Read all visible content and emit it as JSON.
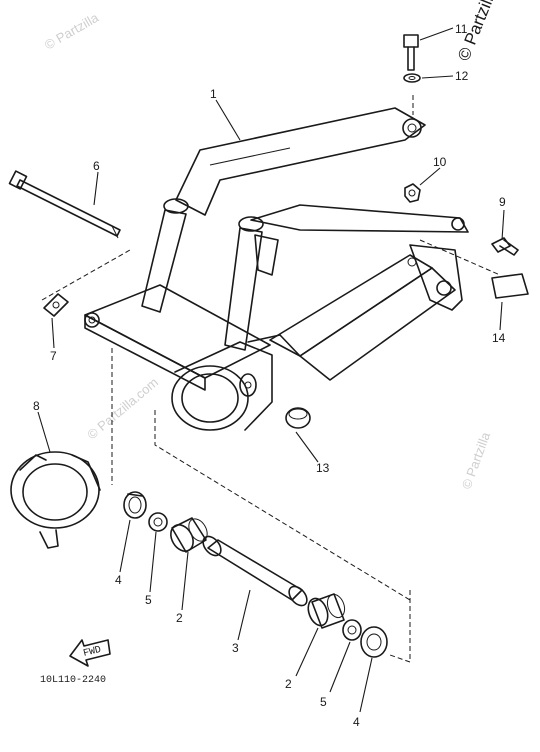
{
  "watermark": {
    "brand": "© Partzilla",
    "domain": "© Partzilla.com"
  },
  "diagram_code": "10L110-2240",
  "fwd_label": "FWD",
  "callouts": {
    "c1": "1",
    "c2a": "2",
    "c2b": "2",
    "c3": "3",
    "c4a": "4",
    "c4b": "4",
    "c5a": "5",
    "c5b": "5",
    "c6": "6",
    "c7": "7",
    "c8": "8",
    "c9": "9",
    "c10": "10",
    "c11": "11",
    "c12": "12",
    "c13": "13",
    "c14": "14"
  }
}
